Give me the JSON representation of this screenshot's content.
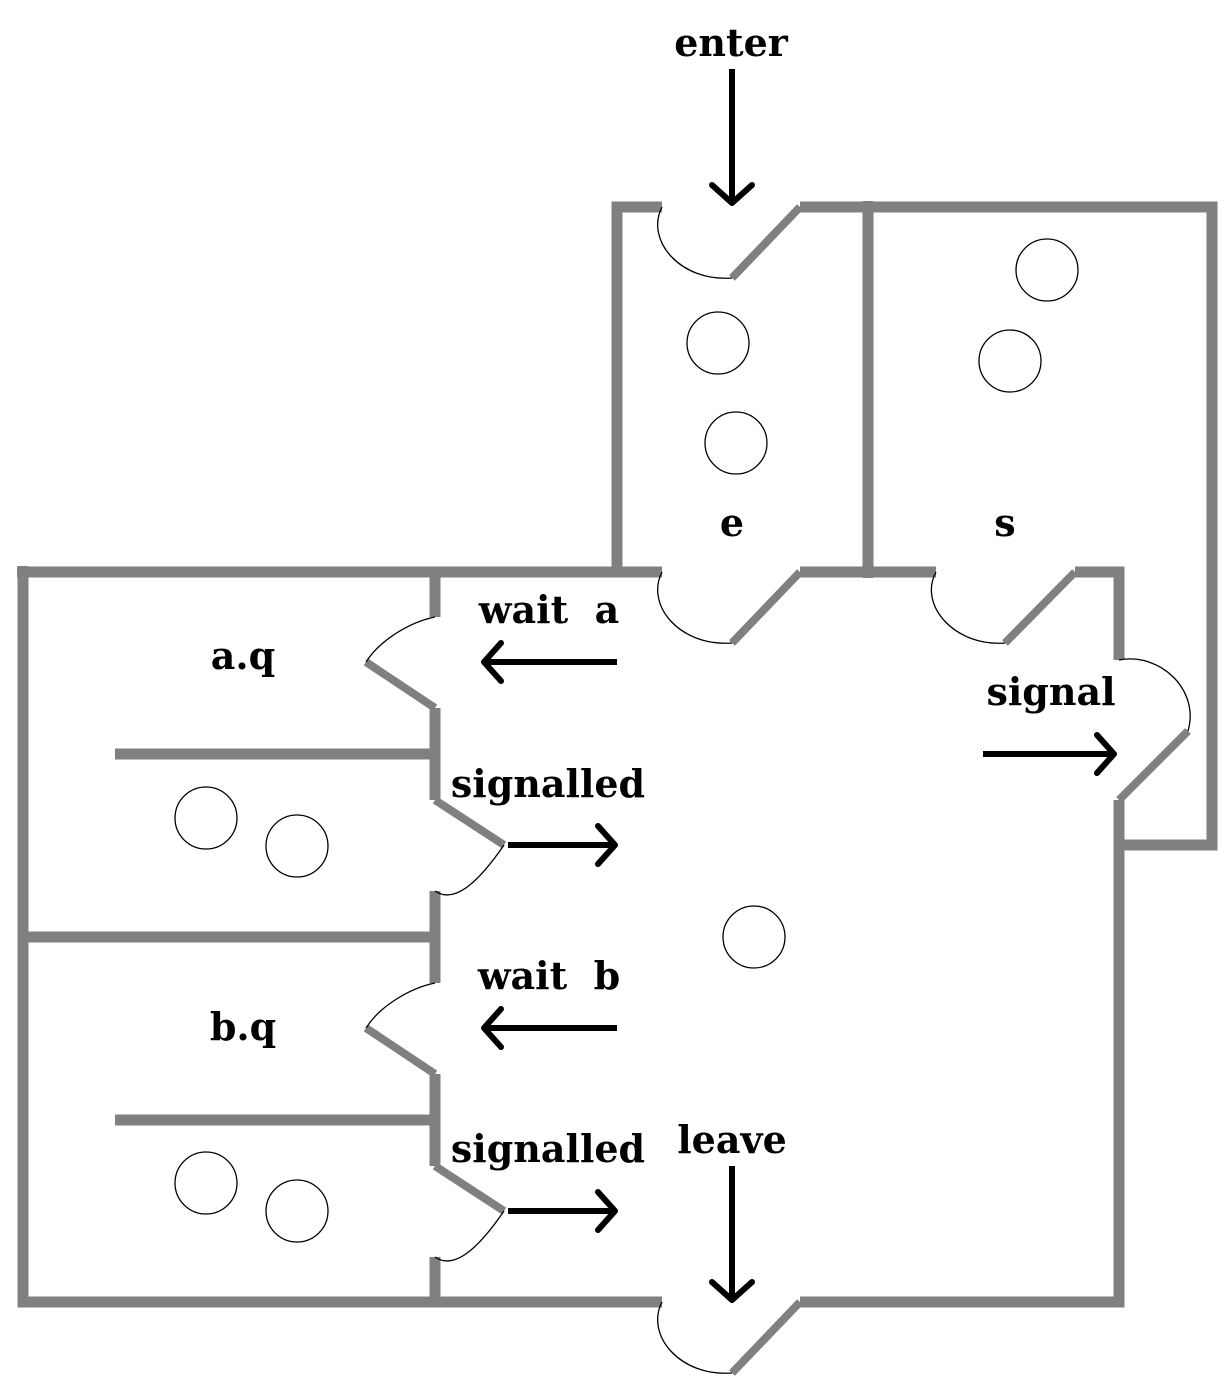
{
  "diagram": {
    "labels": {
      "enter": "enter",
      "e": "e",
      "s": "s",
      "wait_a": "wait  a",
      "a_q": "a.q",
      "signal": "signal",
      "signalled_a": "signalled",
      "wait_b": "wait  b",
      "b_q": "b.q",
      "signalled_b": "signalled",
      "leave": "leave"
    },
    "tokens": {
      "entry_room": 2,
      "signal_room": 2,
      "a_queue": 2,
      "b_queue": 2,
      "main_room": 1
    },
    "colors": {
      "wall": "#808080",
      "ink": "#000000"
    }
  }
}
